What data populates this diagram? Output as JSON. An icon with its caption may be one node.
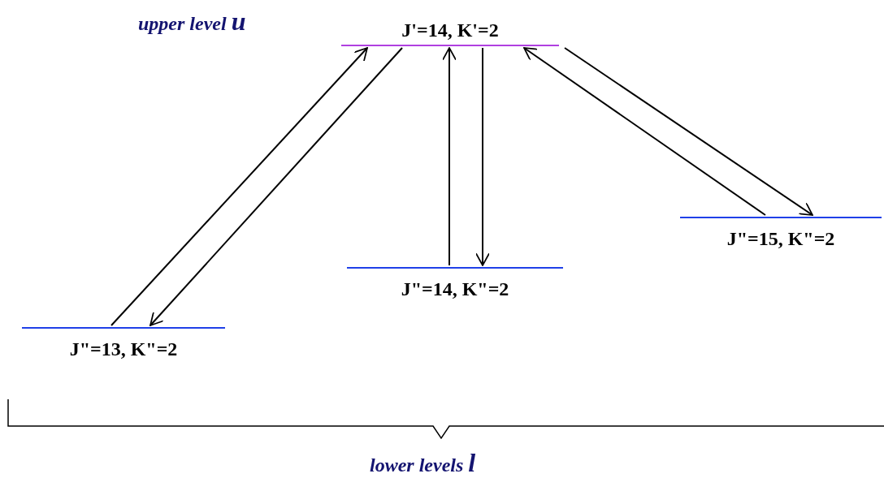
{
  "diagram": {
    "nodes": [
      {
        "text": [
          "J'=14, K'=2"
        ]
      },
      {
        "text": [
          "J\"=13, K\"=2"
        ]
      },
      {
        "text": [
          "J\"=14, K\"=2"
        ]
      },
      {
        "text": [
          "J\"=15, K\"=2"
        ]
      }
    ],
    "edges": [
      {
        "from": 1,
        "to": 0,
        "arrow": "to"
      },
      {
        "from": 0,
        "to": 1,
        "arrow": "to"
      },
      {
        "from": 2,
        "to": 0,
        "arrow": "to"
      },
      {
        "from": 0,
        "to": 2,
        "arrow": "to"
      },
      {
        "from": 3,
        "to": 0,
        "arrow": "to"
      },
      {
        "from": 0,
        "to": 3,
        "arrow": "to"
      }
    ],
    "labels": [
      "upper level **u**",
      "lower levels **l**"
    ]
  }
}
